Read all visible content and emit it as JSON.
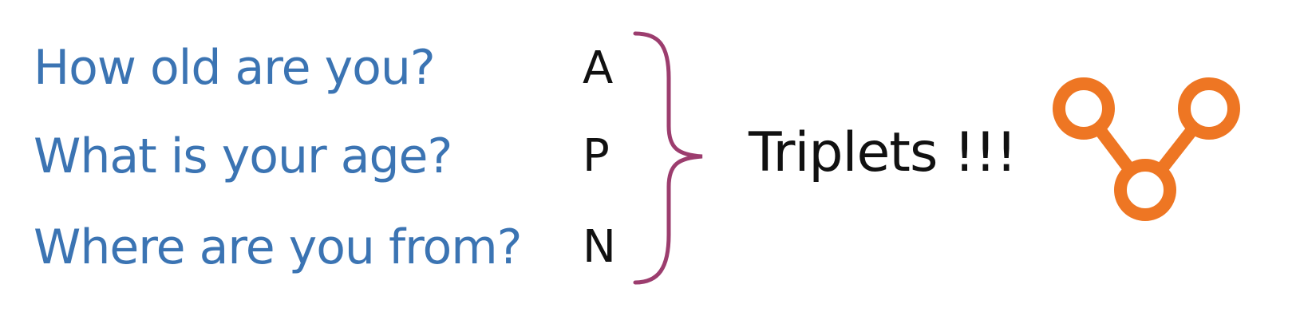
{
  "sentences": [
    {
      "text": "How old are you?",
      "role": "A"
    },
    {
      "text": "What is your age?",
      "role": "P"
    },
    {
      "text": "Where are you from?",
      "role": "N"
    }
  ],
  "label": "Triplets !!!",
  "colors": {
    "sentence_text": "#3b74b3",
    "brace": "#9c3d6e",
    "icon": "#ee7623",
    "text": "#111111"
  },
  "icons": {
    "brace": "right-curly-brace",
    "triplet": "triplet-graph-icon"
  }
}
